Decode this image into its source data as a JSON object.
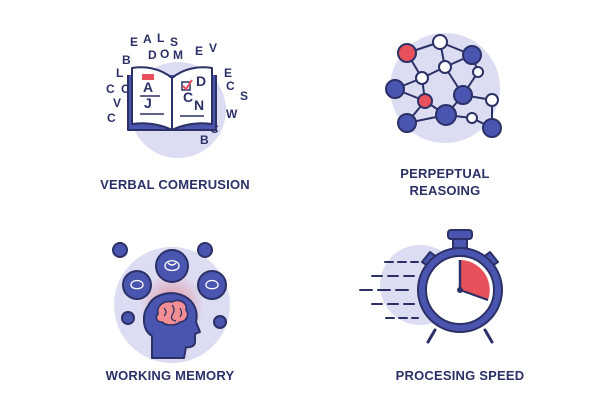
{
  "colors": {
    "navy": "#2b3166",
    "blue": "#4a55b0",
    "lavender": "#dcdcf2",
    "red": "#e8505b",
    "white": "#ffffff"
  },
  "tiles": [
    {
      "label_lines": [
        "VERBAL COMERUSION"
      ],
      "icon": "open-book-letters-icon",
      "letters": [
        "E",
        "A",
        "L",
        "S",
        "D",
        "O",
        "M",
        "E",
        "V",
        "B",
        "L",
        "C",
        "O",
        "V",
        "C",
        "E",
        "S",
        "W",
        "C",
        "B",
        "C",
        "A",
        "D",
        "J",
        "C",
        "N"
      ]
    },
    {
      "label_lines": [
        "PERPEPTUAL",
        "REASOING"
      ],
      "icon": "network-nodes-icon"
    },
    {
      "label_lines": [
        "WORKING MEMORY"
      ],
      "icon": "head-brain-memory-icon"
    },
    {
      "label_lines": [
        "PROCESING SPEED"
      ],
      "icon": "stopwatch-speed-icon"
    }
  ]
}
